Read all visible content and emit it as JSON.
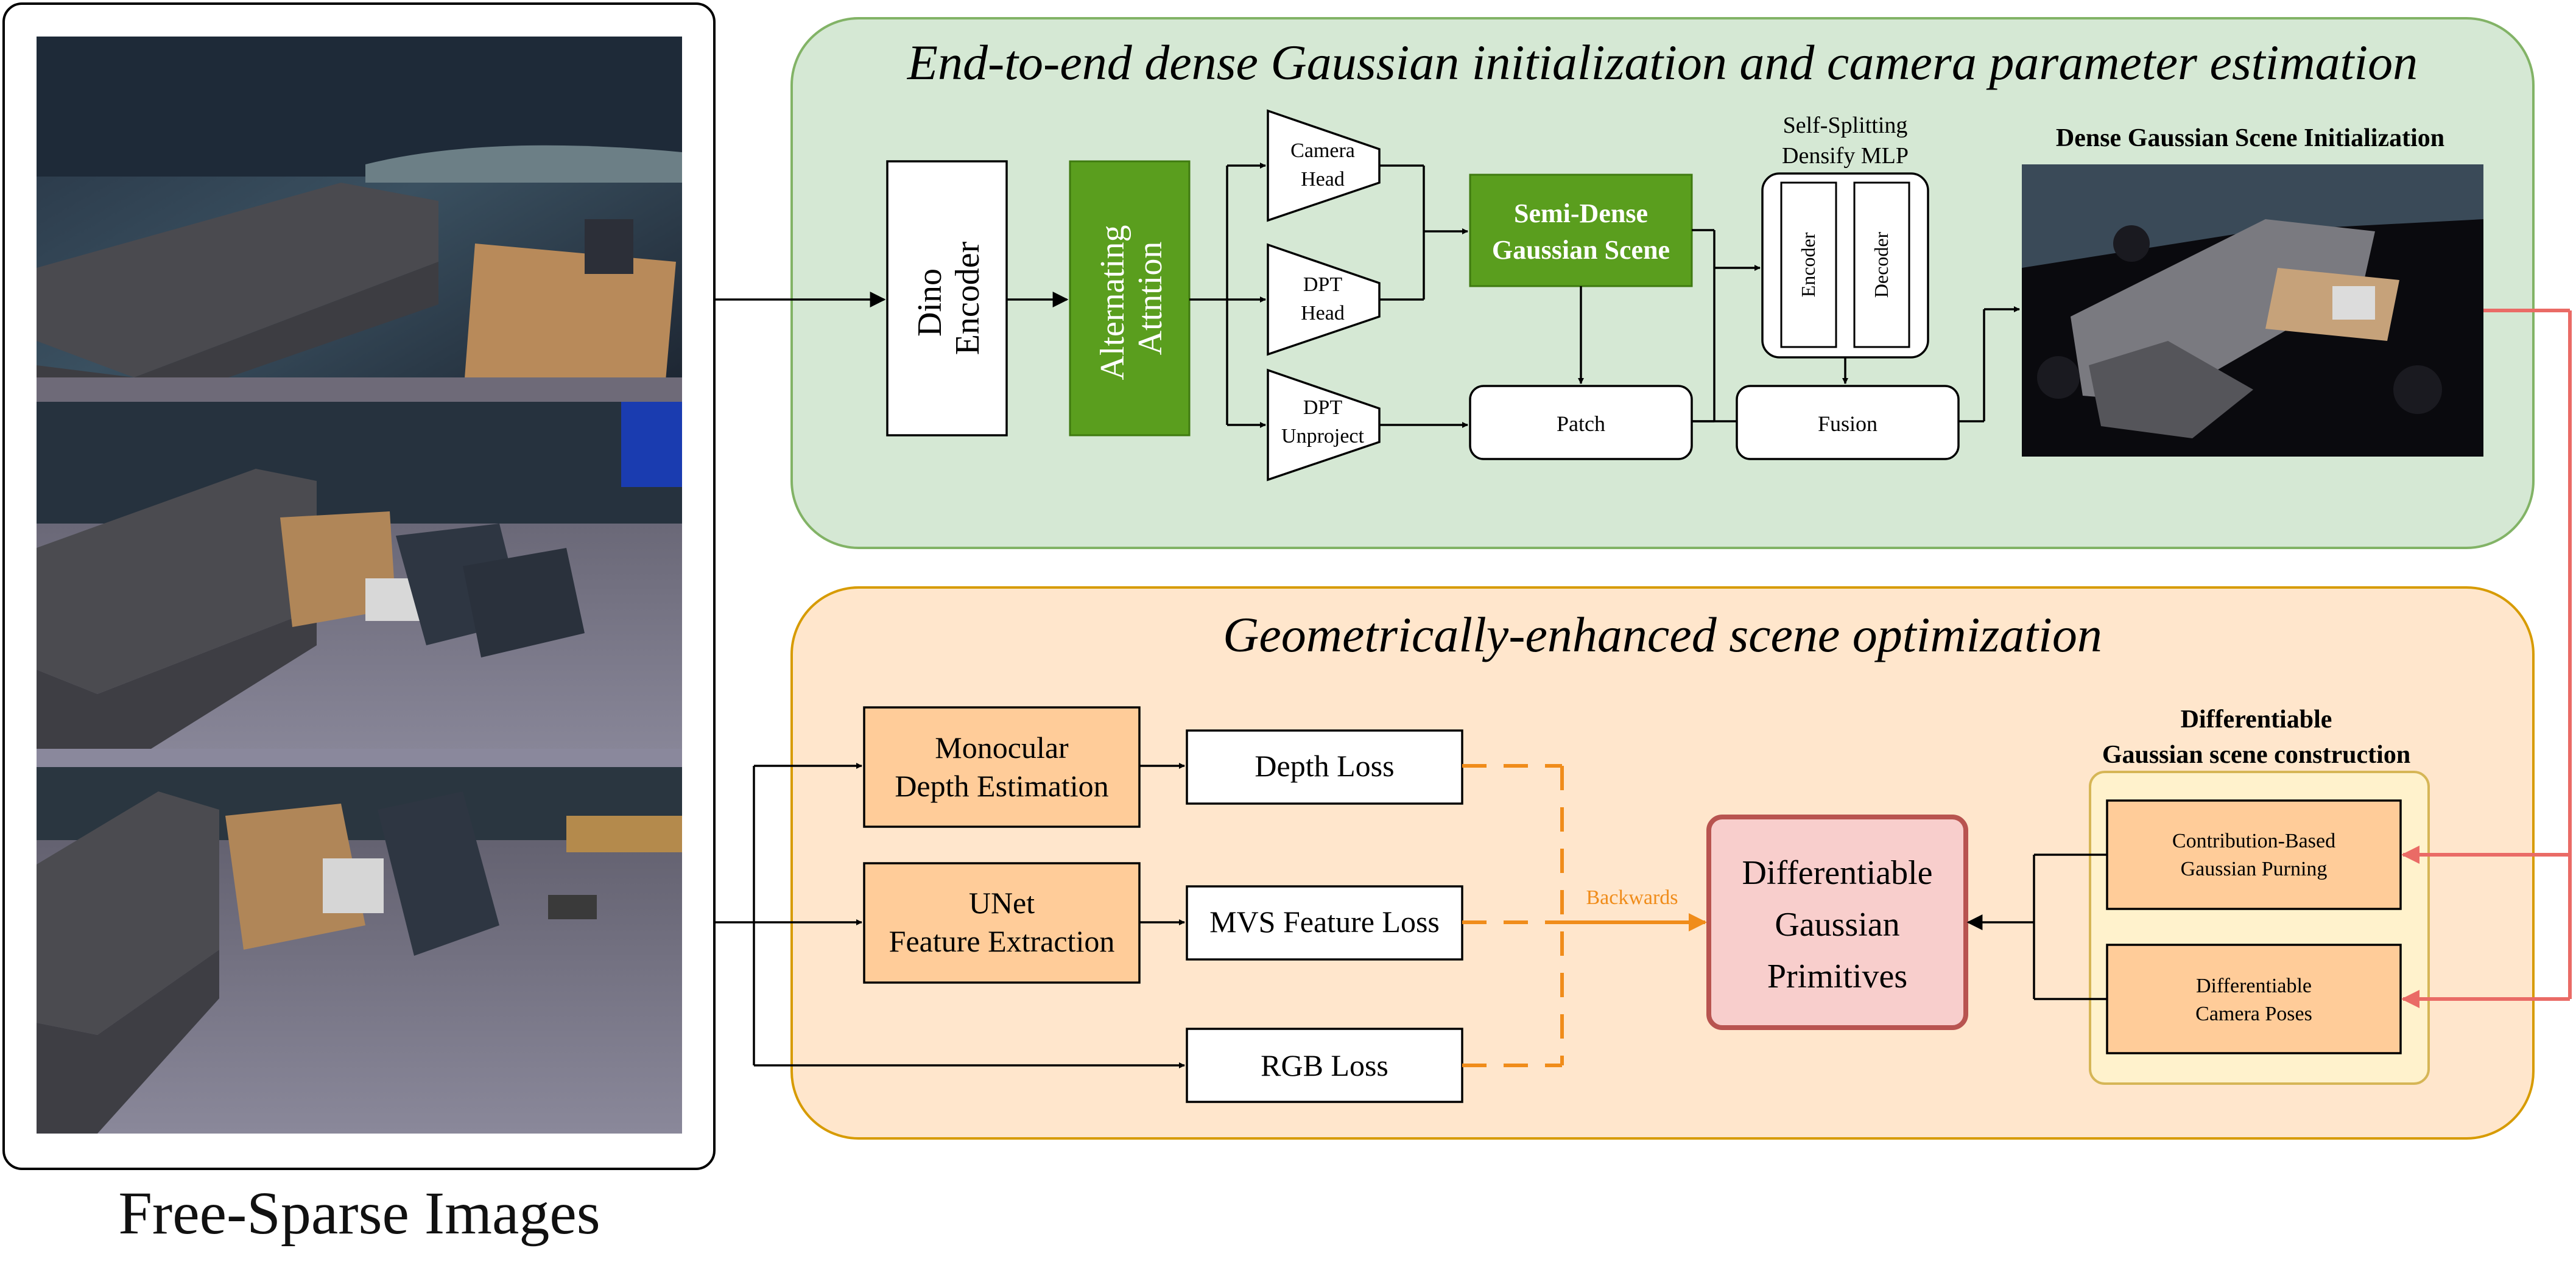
{
  "input_panel": {
    "caption": "Free-Sparse Images"
  },
  "top_section": {
    "title": "End-to-end dense Gaussian initialization and camera parameter estimation",
    "dino_encoder": [
      "Dino",
      "Encoder"
    ],
    "alternating_attention": [
      "Alternating",
      "Attntion"
    ],
    "camera_head": [
      "Camera",
      "Head"
    ],
    "dpt_head": [
      "DPT",
      "Head"
    ],
    "dpt_unproject": [
      "DPT",
      "Unproject"
    ],
    "semi_dense": [
      "Semi-Dense",
      "Gaussian Scene"
    ],
    "patch": "Patch",
    "mlp_title": [
      "Self-Splitting",
      "Densify MLP"
    ],
    "encoder": "Encoder",
    "decoder": "Decoder",
    "fusion": "Fusion",
    "dense_init_title": "Dense Gaussian Scene Initialization"
  },
  "bottom_section": {
    "title": "Geometrically-enhanced scene optimization",
    "monocular": [
      "Monocular",
      "Depth Estimation"
    ],
    "unet": [
      "UNet",
      "Feature Extraction"
    ],
    "depth_loss": "Depth Loss",
    "mvs_loss": "MVS Feature Loss",
    "rgb_loss": "RGB Loss",
    "backwards": "Backwards",
    "primitives": [
      "Differentiable",
      "Gaussian",
      "Primitives"
    ],
    "construction_title": [
      "Differentiable",
      "Gaussian scene construction"
    ],
    "contribution": [
      "Contribution-Based",
      "Gaussian Purning"
    ],
    "camera_poses": [
      "Differentiable",
      "Camera Poses"
    ]
  },
  "colors": {
    "green_panel": "#d5e8d4",
    "green_border": "#82b366",
    "green_block": "#5a9e1e",
    "orange_panel": "#ffe6cc",
    "orange_border": "#d79b00",
    "orange_block": "#ffcc99",
    "orange_arrow": "#f08c1a",
    "red_arrow": "#ea6b66",
    "primitive_fill": "#f8cecc",
    "primitive_border": "#b85450",
    "yellow_panel": "#fff2cc",
    "yellow_border": "#d6b656"
  }
}
